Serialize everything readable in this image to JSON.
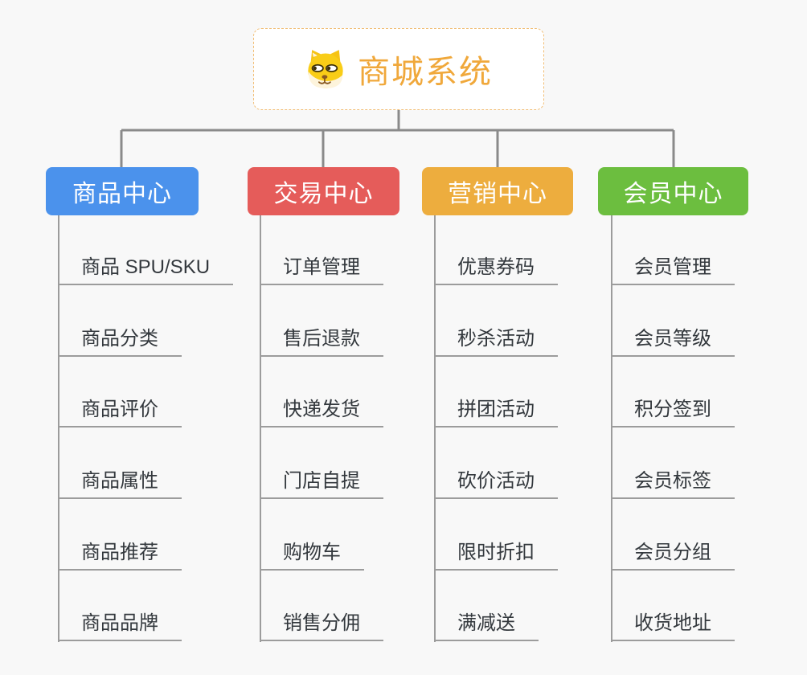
{
  "background_color": "#F8F8F8",
  "colors": {
    "connector": "#8A8A8A",
    "leaf_line": "#9C9C9C",
    "leaf_text": "#33383D",
    "root_border": "#F1BE76",
    "root_title": "#F0A83B"
  },
  "root": {
    "title": "商城系统",
    "icon": "dog-face-icon"
  },
  "branches": [
    {
      "id": "product-center",
      "label": "商品中心",
      "color": "#4B92EC",
      "items": [
        "商品 SPU/SKU",
        "商品分类",
        "商品评价",
        "商品属性",
        "商品推荐",
        "商品品牌"
      ]
    },
    {
      "id": "trade-center",
      "label": "交易中心",
      "color": "#E55C5A",
      "items": [
        "订单管理",
        "售后退款",
        "快递发货",
        "门店自提",
        "购物车",
        "销售分佣"
      ]
    },
    {
      "id": "marketing-center",
      "label": "营销中心",
      "color": "#EDAD3E",
      "items": [
        "优惠券码",
        "秒杀活动",
        "拼团活动",
        "砍价活动",
        "限时折扣",
        "满减送"
      ]
    },
    {
      "id": "member-center",
      "label": "会员中心",
      "color": "#6CBE3F",
      "items": [
        "会员管理",
        "会员等级",
        "积分签到",
        "会员标签",
        "会员分组",
        "收货地址"
      ]
    }
  ]
}
